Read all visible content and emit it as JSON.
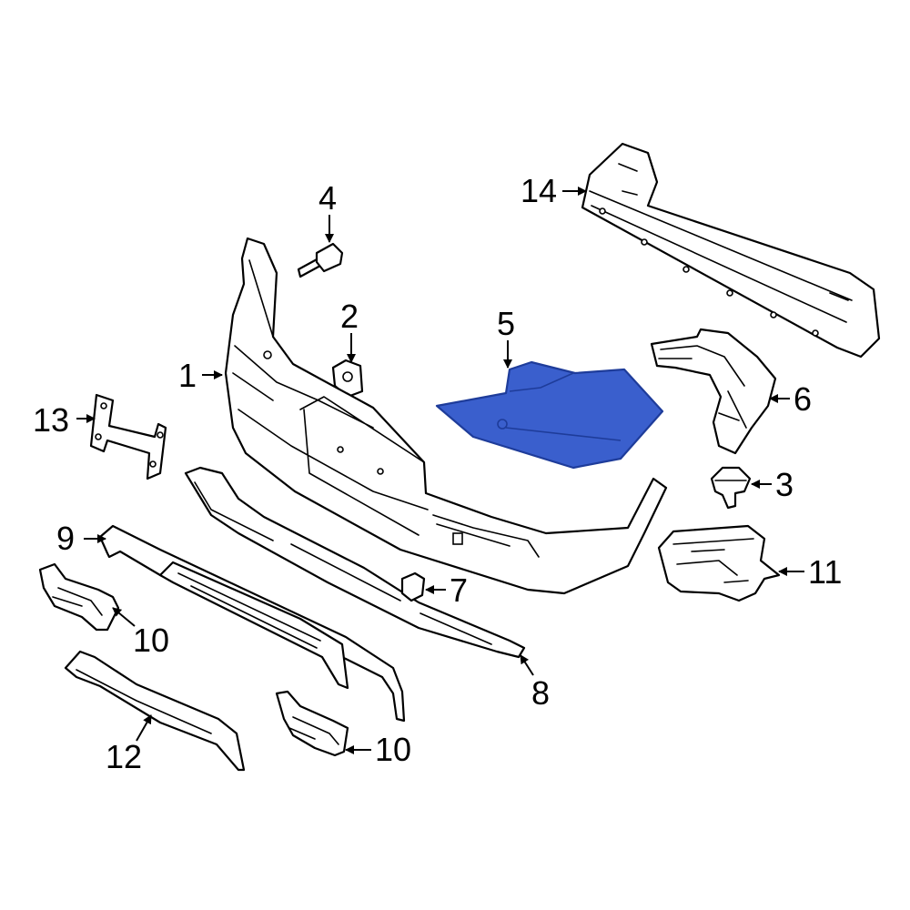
{
  "colors": {
    "outline": "#000000",
    "background": "#ffffff",
    "highlight": "#3a5fcd",
    "highlight_stroke": "#1e3c9a"
  },
  "highlighted_part": "5",
  "callouts": {
    "c1": "1",
    "c2": "2",
    "c3": "3",
    "c4": "4",
    "c5": "5",
    "c6": "6",
    "c7": "7",
    "c8": "8",
    "c9": "9",
    "c10a": "10",
    "c10b": "10",
    "c11": "11",
    "c12": "12",
    "c13": "13",
    "c14": "14"
  }
}
